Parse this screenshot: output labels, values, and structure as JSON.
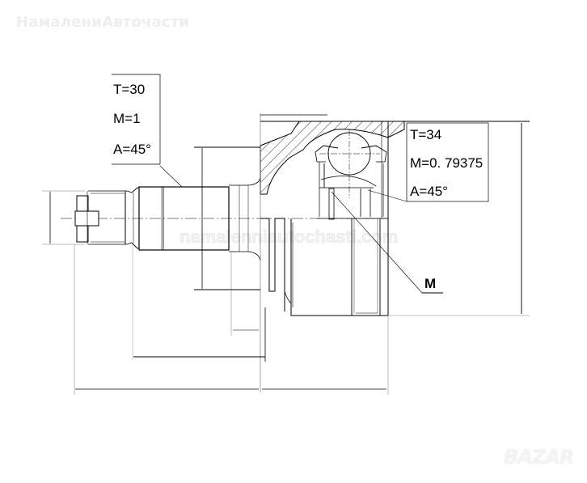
{
  "watermarks": {
    "top": "НамалениАвточасти",
    "center": "namalenniautochasti.com",
    "bottom": "BAZAR"
  },
  "labels": {
    "shaft_spline": {
      "teeth": "T=30",
      "module": "M=1",
      "angle": "A=45°"
    },
    "joint_spline": {
      "teeth": "T=34",
      "module": "M=0. 79375",
      "angle": "A=45°"
    },
    "thread_callout": "M"
  },
  "colors": {
    "line": "#000000",
    "thin_line": "#555555",
    "background": "#ffffff"
  }
}
